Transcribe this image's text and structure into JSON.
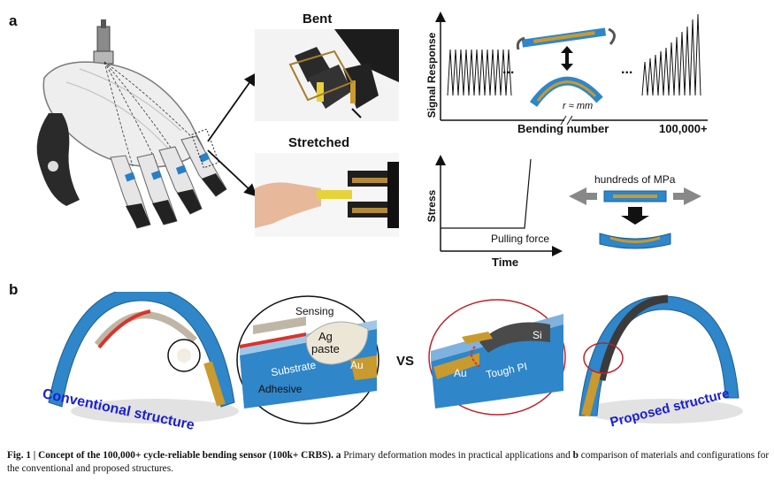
{
  "panel_a": {
    "letter": "a",
    "photo_bent_title": "Bent",
    "photo_stretched_title": "Stretched",
    "signal_plot": {
      "ylabel": "Signal Response",
      "xlabel": "Bending number",
      "end_label": "100,000+",
      "dots_left": "...",
      "dots_right": "...",
      "radius_label": "r ≈ mm"
    },
    "stress_plot": {
      "ylabel": "Stress",
      "xlabel": "Time",
      "curve_label": "Pulling force",
      "load_label": "hundreds of MPa"
    }
  },
  "panel_b": {
    "letter": "b",
    "vs_label": "VS",
    "conventional_title": "Conventional structure",
    "proposed_title": "Proposed structure",
    "inset_left": {
      "sensing": "Sensing",
      "ag_paste_1": "Ag",
      "ag_paste_2": "paste",
      "substrate": "Substrate",
      "au": "Au",
      "adhesive": "Adhesive"
    },
    "inset_right": {
      "si": "Si",
      "au": "Au",
      "tough_pi": "Tough PI"
    }
  },
  "caption": {
    "fig_label": "Fig. 1 | Concept of the 100,000+ cycle-reliable bending sensor (100k+ CRBS).",
    "a_letter": "a",
    "a_text": " Primary deformation modes in practical applications and ",
    "b_letter": "b",
    "b_text": " comparison of materials and configurations for the conventional and proposed structures."
  },
  "colors": {
    "blue_substrate": "#2f86c9",
    "gold": "#c99a2e",
    "red_adhesive": "#d9342b",
    "dark_blue_text": "#1a1fd1",
    "circle_red": "#c0202a"
  }
}
